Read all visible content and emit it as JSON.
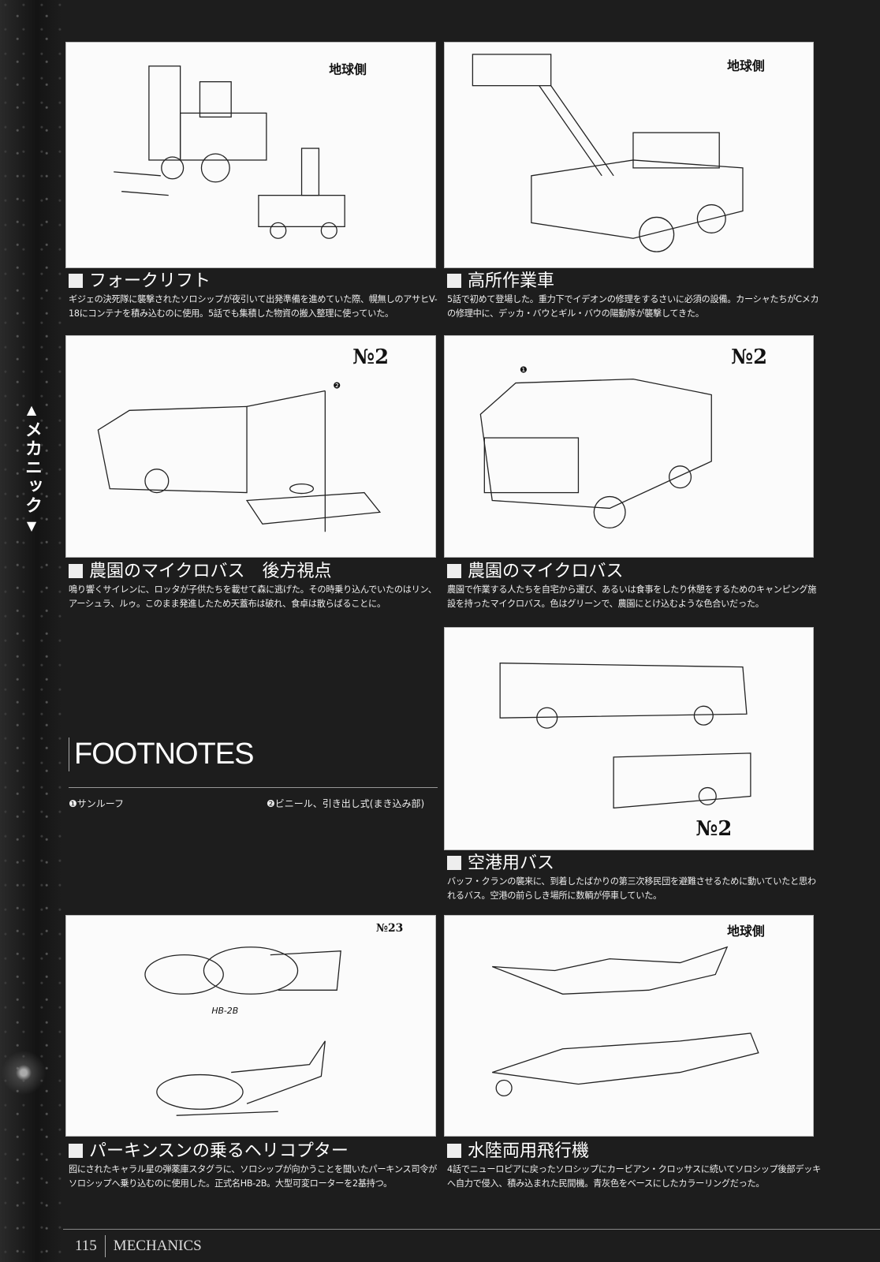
{
  "side_tab": {
    "label": "メカニック",
    "up": "▲",
    "down": "▼"
  },
  "items": [
    {
      "title": "フォークリフト",
      "desc": "ギジェの決死隊に襲撃されたソロシップが夜引いて出発準備を進めていた際、幌無しのアサヒV-18にコンテナを積み込むのに使用。5話でも集積した物資の搬入整理に使っていた。",
      "sheet_label": "地球側"
    },
    {
      "title": "高所作業車",
      "desc": "5話で初めて登場した。重力下でイデオンの修理をするさいに必須の設備。カーシャたちがCメカの修理中に、デッカ・バウとギル・バウの陽動隊が襲撃してきた。",
      "sheet_label": "地球側"
    },
    {
      "title": "農園のマイクロバス　後方視点",
      "desc": "鳴り響くサイレンに、ロッタが子供たちを載せて森に逃げた。その時乗り込んでいたのはリン、アーシュラ、ルゥ。このまま発進したため天蓋布は破れ、食卓は散らばることに。",
      "sheet_label": "№2",
      "marker": "❷"
    },
    {
      "title": "農園のマイクロバス",
      "desc": "農園で作業する人たちを自宅から運び、あるいは食事をしたり休憩をするためのキャンピング施設を持ったマイクロバス。色はグリーンで、農園にとけ込むような色合いだった。",
      "sheet_label": "№2",
      "marker": "❶"
    },
    {
      "title": "空港用バス",
      "desc": "バッフ・クランの襲来に、到着したばかりの第三次移民団を避難させるために動いていたと思われるバス。空港の前らしき場所に数輌が停車していた。",
      "sheet_label": "№2"
    },
    {
      "title": "パーキンスンの乗るヘリコプター",
      "desc": "囮にされたキャラル星の弾薬庫スタグラに、ソロシップが向かうことを聞いたパーキンス司令がソロシップへ乗り込むのに使用した。正式名HB-2B。大型可変ローターを2基持つ。",
      "sheet_label": "№23",
      "sheet_note": "HB-2B"
    },
    {
      "title": "水陸両用飛行機",
      "desc": "4話でニューロピアに戻ったソロシップにカービアン・クロッサスに続いてソロシップ後部デッキへ自力で侵入、積み込まれた民間機。青灰色をベースにしたカラーリングだった。",
      "sheet_label": "地球側"
    }
  ],
  "footnotes": {
    "title": "FOOTNOTES",
    "notes": [
      "❶サンルーフ",
      "❷ビニール、引き出し式(まき込み部)"
    ]
  },
  "footer": {
    "page": "115",
    "section": "MECHANICS"
  }
}
